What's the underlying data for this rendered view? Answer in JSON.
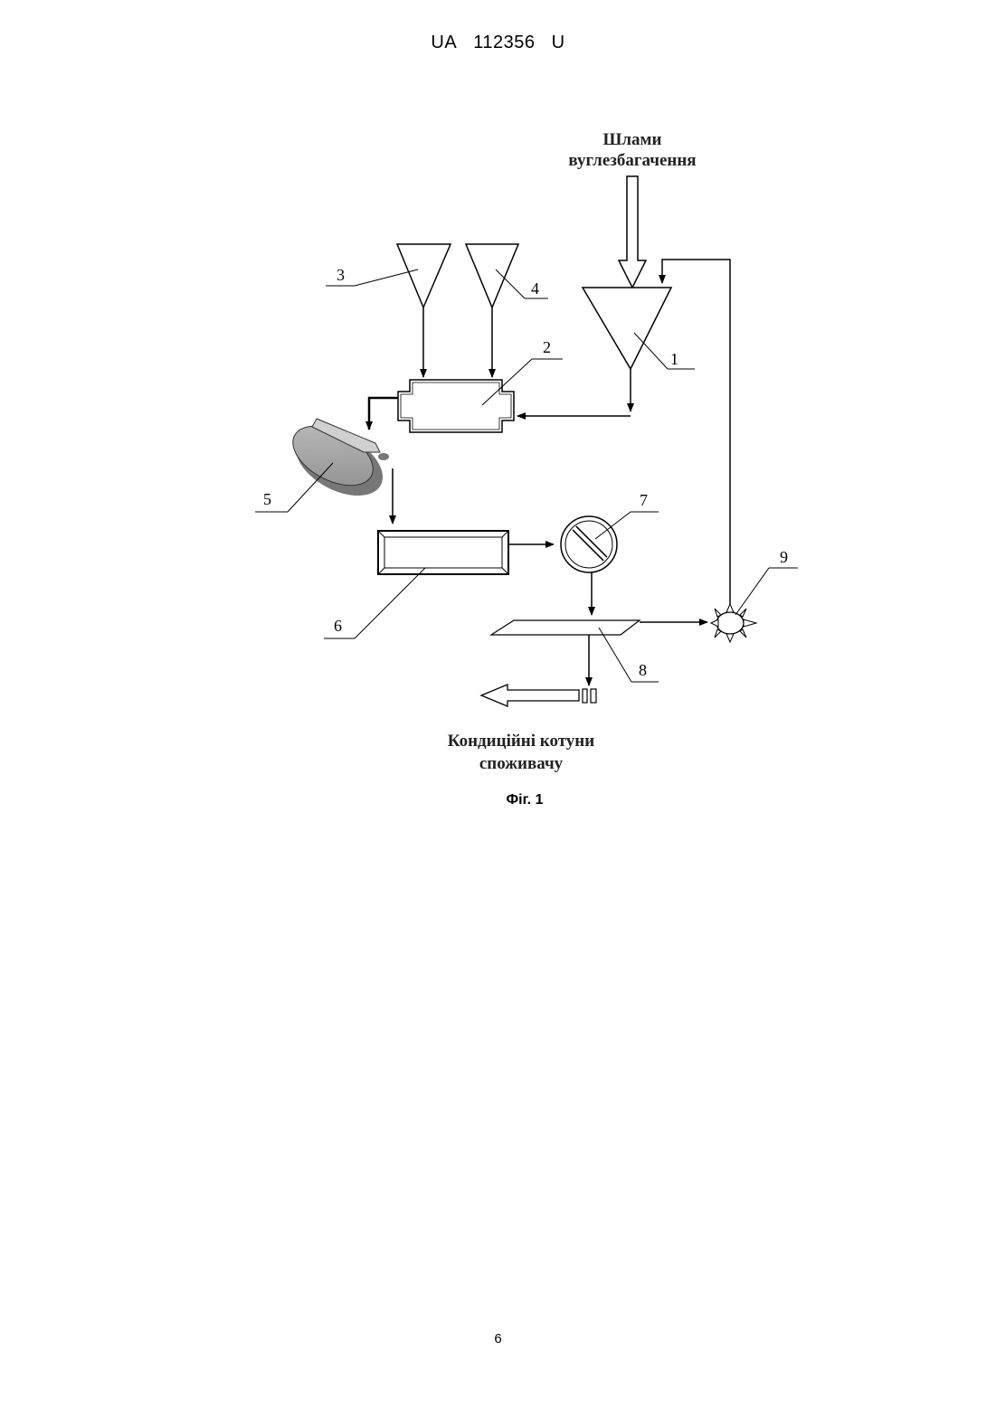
{
  "header": {
    "country": "UA",
    "number": "112356",
    "kind": "U"
  },
  "diagram": {
    "input_label_line1": "Шлами",
    "input_label_line2": "вуглезбагачення",
    "output_label_line1": "Кондиційні котуни",
    "output_label_line2": "споживачу",
    "figure_caption": "Фіг. 1",
    "labels": {
      "n1": "1",
      "n2": "2",
      "n3": "3",
      "n4": "4",
      "n5": "5",
      "n6": "6",
      "n7": "7",
      "n8": "8",
      "n9": "9"
    }
  },
  "footer": {
    "page_number": "6"
  }
}
